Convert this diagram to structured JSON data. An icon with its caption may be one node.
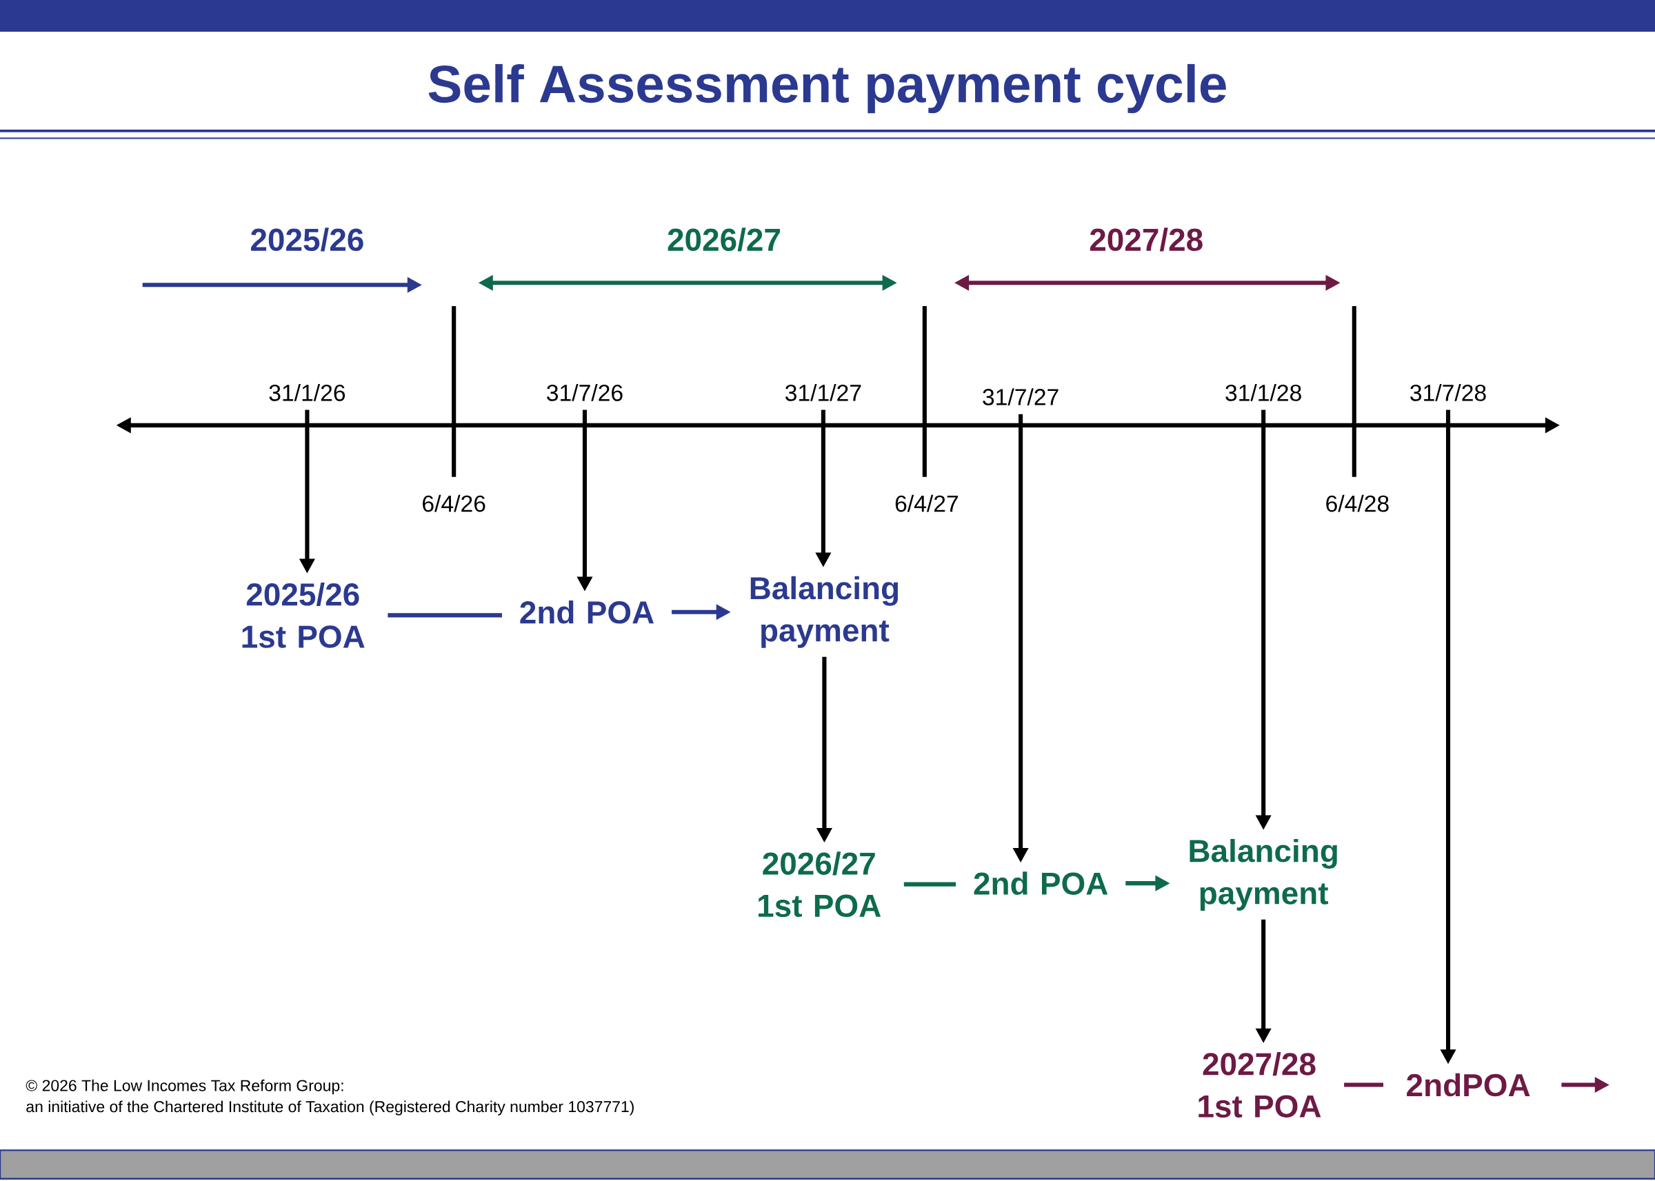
{
  "diagram": {
    "title": "Self Assessment payment cycle",
    "nodes": [
      {
        "text": [
          "2025/26 1st POA"
        ]
      },
      {
        "text": [
          "2nd POA"
        ]
      },
      {
        "text": [
          "Balancing payment"
        ]
      },
      {
        "text": [
          "2026/27 1st POA"
        ]
      },
      {
        "text": [
          "2nd POA"
        ]
      },
      {
        "text": [
          "Balancing payment"
        ]
      },
      {
        "text": [
          "2027/28 1st POA"
        ]
      },
      {
        "text": [
          "2ndPOA"
        ]
      },
      {
        "text": [
          "31/1/26"
        ]
      },
      {
        "text": [
          "31/7/26"
        ]
      },
      {
        "text": [
          "31/1/27"
        ]
      },
      {
        "text": [
          "31/7/27"
        ]
      },
      {
        "text": [
          "31/1/28"
        ]
      },
      {
        "text": [
          "31/7/28"
        ]
      }
    ],
    "edges": [
      {
        "from": 8,
        "to": 0,
        "arrow": "to"
      },
      {
        "from": 9,
        "to": 1,
        "arrow": "to"
      },
      {
        "from": 10,
        "to": 2,
        "arrow": "to"
      },
      {
        "from": 11,
        "to": 4,
        "arrow": "to"
      },
      {
        "from": 12,
        "to": 5,
        "arrow": "to"
      },
      {
        "from": 13,
        "to": 7,
        "arrow": "to"
      },
      {
        "from": 0,
        "to": 1,
        "arrow": "none",
        "color": "#2b3990"
      },
      {
        "from": 1,
        "to": 2,
        "arrow": "to",
        "color": "#2b3990"
      },
      {
        "from": 2,
        "to": 3,
        "arrow": "to"
      },
      {
        "from": 3,
        "to": 4,
        "arrow": "none",
        "color": "#0e6b4a"
      },
      {
        "from": 4,
        "to": 5,
        "arrow": "to",
        "color": "#0e6b4a"
      },
      {
        "from": 5,
        "to": 6,
        "arrow": "to"
      },
      {
        "from": 6,
        "to": 7,
        "arrow": "none",
        "color": "#6d1a45"
      },
      {
        "from": 7,
        "to": null,
        "arrow": "to",
        "color": "#6d1a45"
      }
    ],
    "labels": [
      "2025/26",
      "2026/27",
      "2027/28",
      "6/4/26",
      "6/4/27",
      "6/4/28",
      "© 2026 The Low Incomes Tax Reform Group:",
      "an initiative of the Chartered Institute of Taxation (Registered Charity number 1037771)"
    ]
  }
}
